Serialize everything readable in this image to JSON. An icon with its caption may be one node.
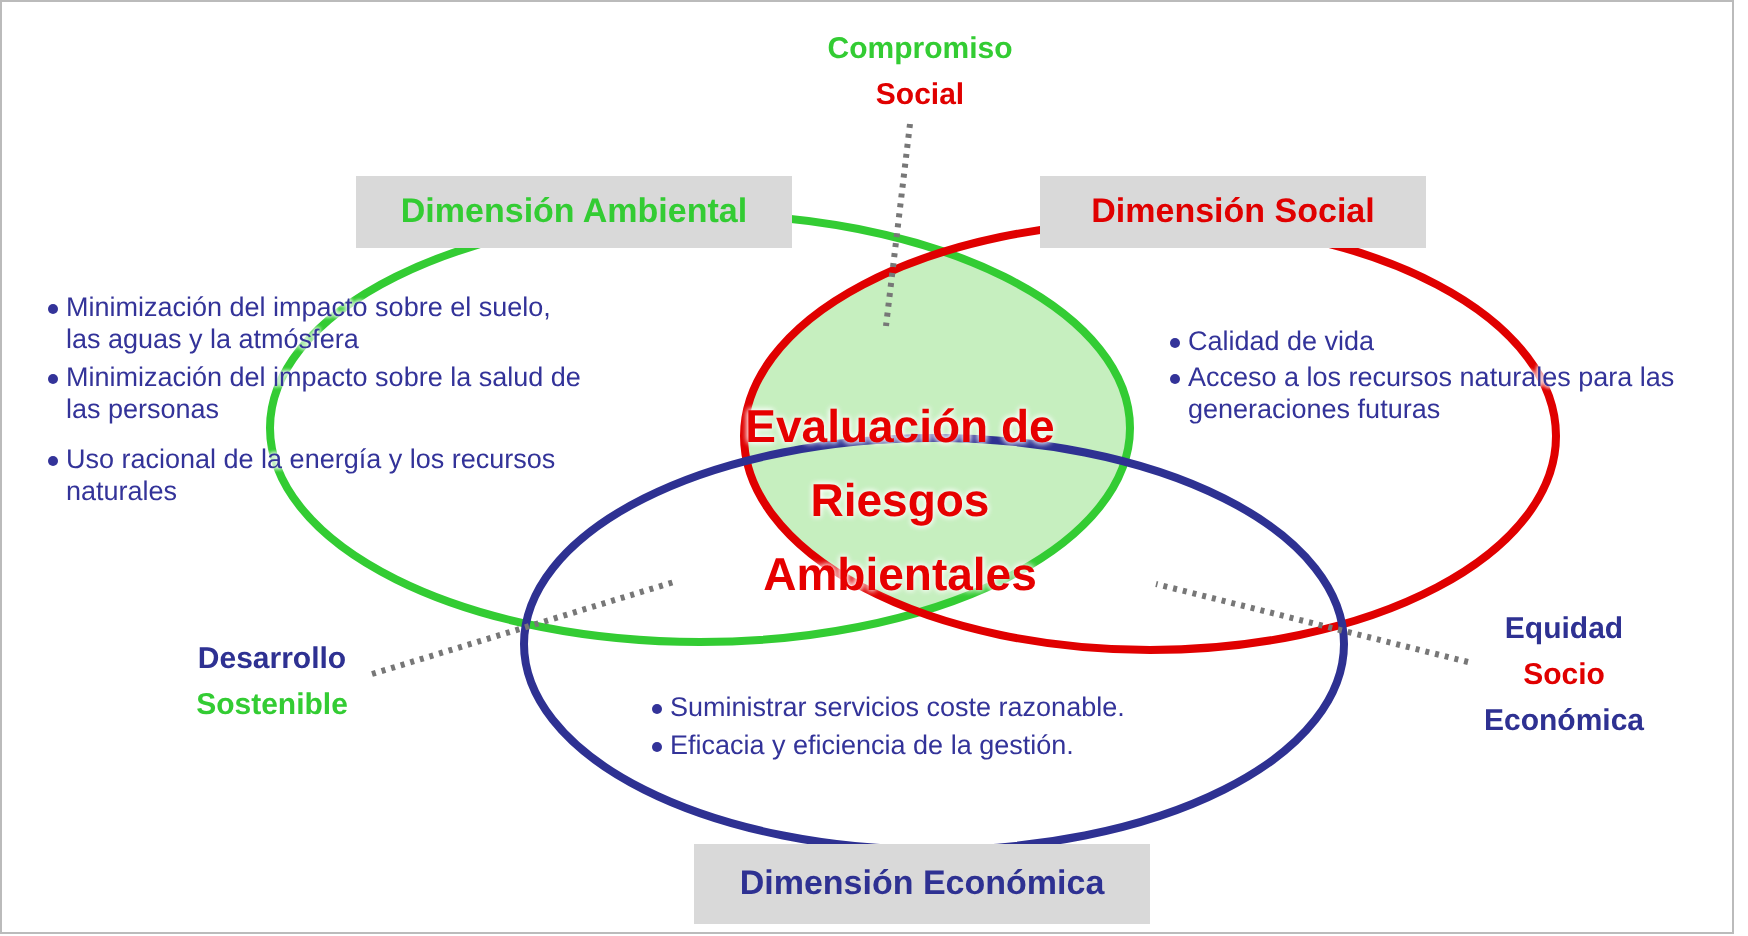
{
  "diagram": {
    "nodes": [
      {
        "text": [
          "Dimensión Ambiental"
        ]
      },
      {
        "text": [
          "Dimensión Social"
        ]
      },
      {
        "text": [
          "Dimensión Económica"
        ]
      },
      {
        "text": [
          "Compromiso",
          "Social"
        ]
      },
      {
        "text": [
          "Desarrollo",
          "Sostenible"
        ]
      },
      {
        "text": [
          "Equidad",
          "Socio",
          "Económica"
        ]
      }
    ],
    "edges": [
      {
        "from": 3,
        "to": null,
        "arrow": "none",
        "style": "dashed"
      },
      {
        "from": 4,
        "to": null,
        "arrow": "none",
        "style": "dashed"
      },
      {
        "from": 5,
        "to": null,
        "arrow": "none",
        "style": "dashed"
      }
    ],
    "labels": [
      "Minimización del impacto sobre el suelo, las aguas y la atmósfera",
      "Minimización del impacto sobre la salud de las personas",
      "Uso racional de la energía y los recursos naturales",
      "Calidad de vida",
      "Acceso a los recursos naturales para las generaciones futuras",
      "Evaluación de Riesgos Ambientales",
      "Suministrar servicios coste razonable.",
      "Eficacia y eficiencia de la gestión."
    ]
  }
}
